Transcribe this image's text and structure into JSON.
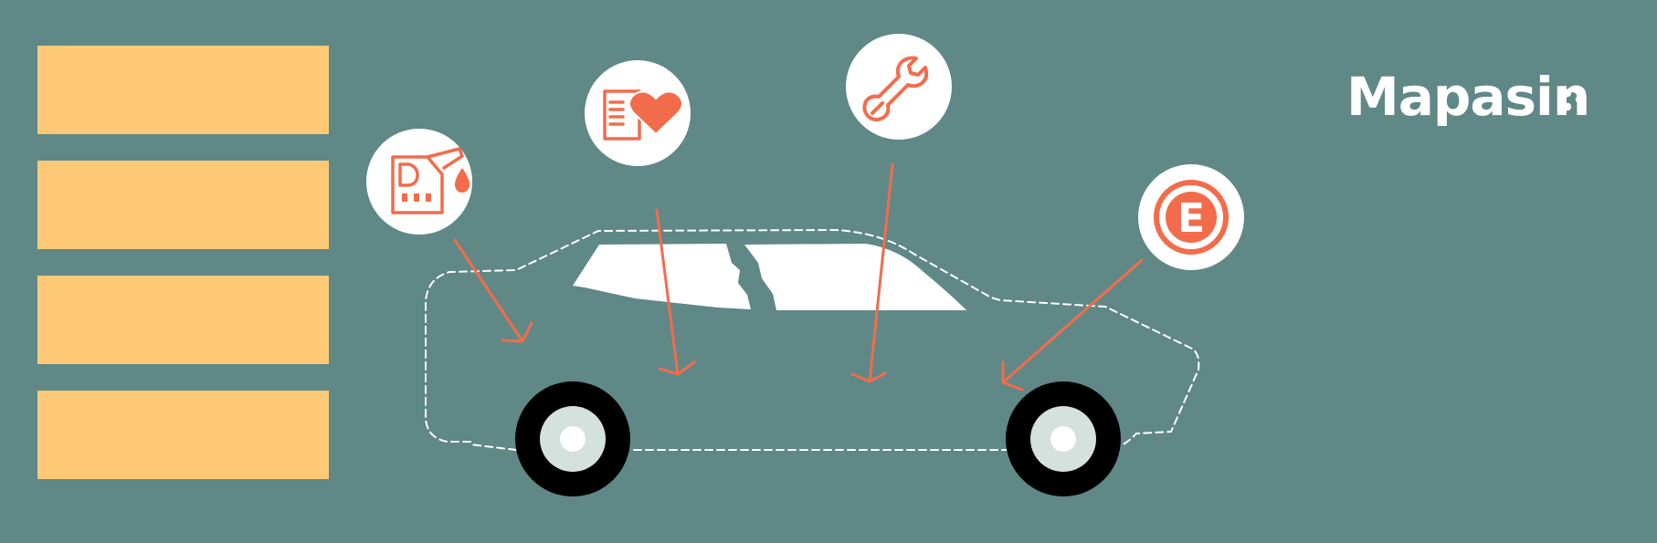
{
  "brand": {
    "name": "Mapasin",
    "text_color": "#ffffff"
  },
  "colors": {
    "background": "#5f8887",
    "placeholder_box": "#fec977",
    "accent": "#f26c4b",
    "outline": "#ffffff",
    "tire": "#000000",
    "hub": "#d5e1dd"
  },
  "placeholder_boxes": [
    {
      "label": ""
    },
    {
      "label": ""
    },
    {
      "label": ""
    },
    {
      "label": ""
    }
  ],
  "callouts": [
    {
      "icon": "fuel-can-icon",
      "letter": "D"
    },
    {
      "icon": "service-record-heart-icon"
    },
    {
      "icon": "wrench-icon"
    },
    {
      "icon": "electric-e-icon",
      "letter": "E"
    }
  ]
}
